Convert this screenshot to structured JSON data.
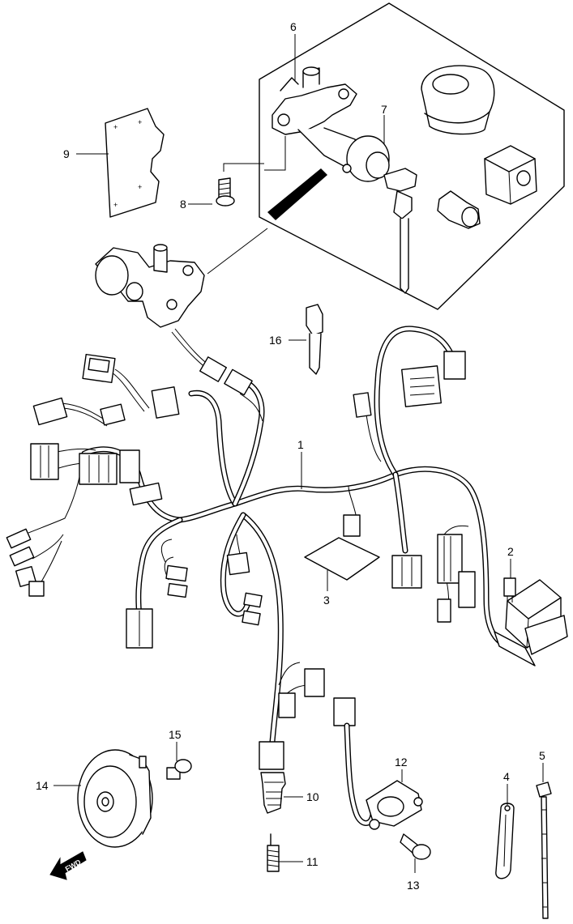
{
  "parts": [
    {
      "id": "part-1",
      "label": "1"
    },
    {
      "id": "part-2",
      "label": "2"
    },
    {
      "id": "part-3",
      "label": "3"
    },
    {
      "id": "part-4",
      "label": "4"
    },
    {
      "id": "part-5",
      "label": "5"
    },
    {
      "id": "part-6",
      "label": "6"
    },
    {
      "id": "part-7",
      "label": "7"
    },
    {
      "id": "part-8",
      "label": "8"
    },
    {
      "id": "part-9",
      "label": "9"
    },
    {
      "id": "part-10",
      "label": "10"
    },
    {
      "id": "part-11",
      "label": "11"
    },
    {
      "id": "part-12",
      "label": "12"
    },
    {
      "id": "part-13",
      "label": "13"
    },
    {
      "id": "part-14",
      "label": "14"
    },
    {
      "id": "part-15",
      "label": "15"
    },
    {
      "id": "part-16",
      "label": "16"
    }
  ],
  "direction_arrow": {
    "text": "FWD"
  }
}
